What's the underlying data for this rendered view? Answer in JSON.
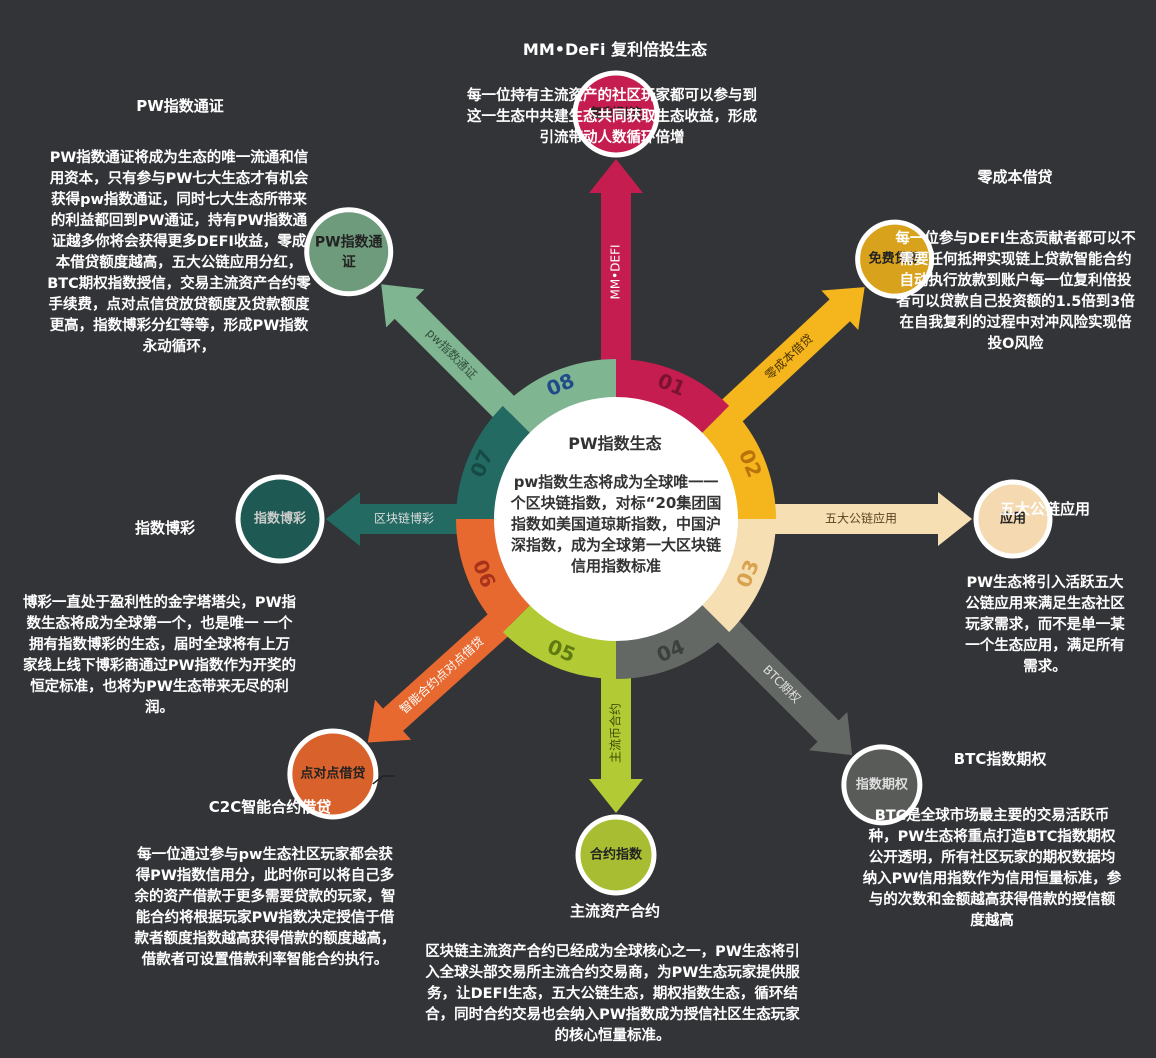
{
  "title": "MM•DeFi 复利倍投生态",
  "colors": {
    "background": "#333438",
    "s1": "#c51d4f",
    "s2": "#f5b51d",
    "s3": "#f7dfb4",
    "s4": "#646864",
    "s5": "#b2cb35",
    "s6": "#e86930",
    "s7": "#236b62",
    "s8": "#80b592"
  },
  "center": {
    "title": "PW指数生态",
    "body": "pw指数生态将成为全球唯一一个区块链指数，对标“20集团国指数如美国道琼斯指数，中国沪深指数，成为全球第一大区块链信用指数标准"
  },
  "segments": [
    {
      "num": "01",
      "arrow": "MM•DEFI",
      "node": "复利引流",
      "title": "",
      "desc": "每一位持有主流资产的社区玩家都可以参与到这一生态中共建生态共同获取生态收益，形成引流带动人数循环倍增"
    },
    {
      "num": "02",
      "arrow": "零成本借贷",
      "node": "免费贷款",
      "title": "零成本借贷",
      "desc": "每一位参与DEFI生态贡献者都可以不需要任何抵押实现链上贷款智能合约自动执行放款到账户每一位复利倍投者可以贷款自己投资额的1.5倍到3倍在自我复利的过程中对冲风险实现倍投O风险"
    },
    {
      "num": "03",
      "arrow": "五大公链应用",
      "node": "应用",
      "title": "五大公链应用",
      "desc": "PW生态将引入活跃五大公链应用来满足生态社区玩家需求，而不是单一某一个生态应用，满足所有需求。"
    },
    {
      "num": "04",
      "arrow": "BTC期权",
      "node": "指数期权",
      "title": "BTC指数期权",
      "desc": "BTC是全球市场最主要的交易活跃币种，PW生态将重点打造BTC指数期权公开透明，所有社区玩家的期权数据均纳入PW信用指数作为信用恒量标准，参与的次数和金额越高获得借款的授信额度越高"
    },
    {
      "num": "05",
      "arrow": "主流币合约",
      "node": "合约指数",
      "title": "主流资产合约",
      "desc": "区块链主流资产合约已经成为全球核心之一，PW生态将引入全球头部交易所主流合约交易商，为PW生态玩家提供服务，让DEFI生态，五大公链生态，期权指数生态，循环结合，同时合约交易也会纳入PW指数成为授信社区生态玩家的核心恒量标准。"
    },
    {
      "num": "06",
      "arrow": "智能合约点对点借贷",
      "node": "点对点借贷",
      "title": "C2C智能合约借贷",
      "desc": "每一位通过参与pw生态社区玩家都会获得PW指数信用分，此时你可以将自己多余的资产借款于更多需要贷款的玩家，智能合约将根据玩家PW指数决定授信于借款者额度指数越高获得借款的额度越高，借款者可设置借款利率智能合约执行。"
    },
    {
      "num": "07",
      "arrow": "区块链博彩",
      "node": "指数博彩",
      "title": "指数博彩",
      "desc": "博彩一直处于盈利性的金字塔塔尖，PW指数生态将成为全球第一个，也是唯一 一个拥有指数博彩的生态，届时全球将有上万家线上线下博彩商通过PW指数作为开奖的恒定标准，也将为PW生态带来无尽的利润。"
    },
    {
      "num": "08",
      "arrow": "pw指数通证",
      "node": "PW指数通证",
      "title": "PW指数通证",
      "desc": "PW指数通证将成为生态的唯一流通和信用资本，只有参与PW七大生态才有机会获得pw指数通证，同时七大生态所带来的利益都回到PW通证，持有PW指数通证越多你将会获得更多DEFI收益，零成本借贷额度越高，五大公链应用分红，BTC期权指数授信，交易主流资产合约零手续费，点对点信贷放贷额度及贷款额度更高，指数博彩分红等等，形成PW指数永动循环，"
    }
  ]
}
